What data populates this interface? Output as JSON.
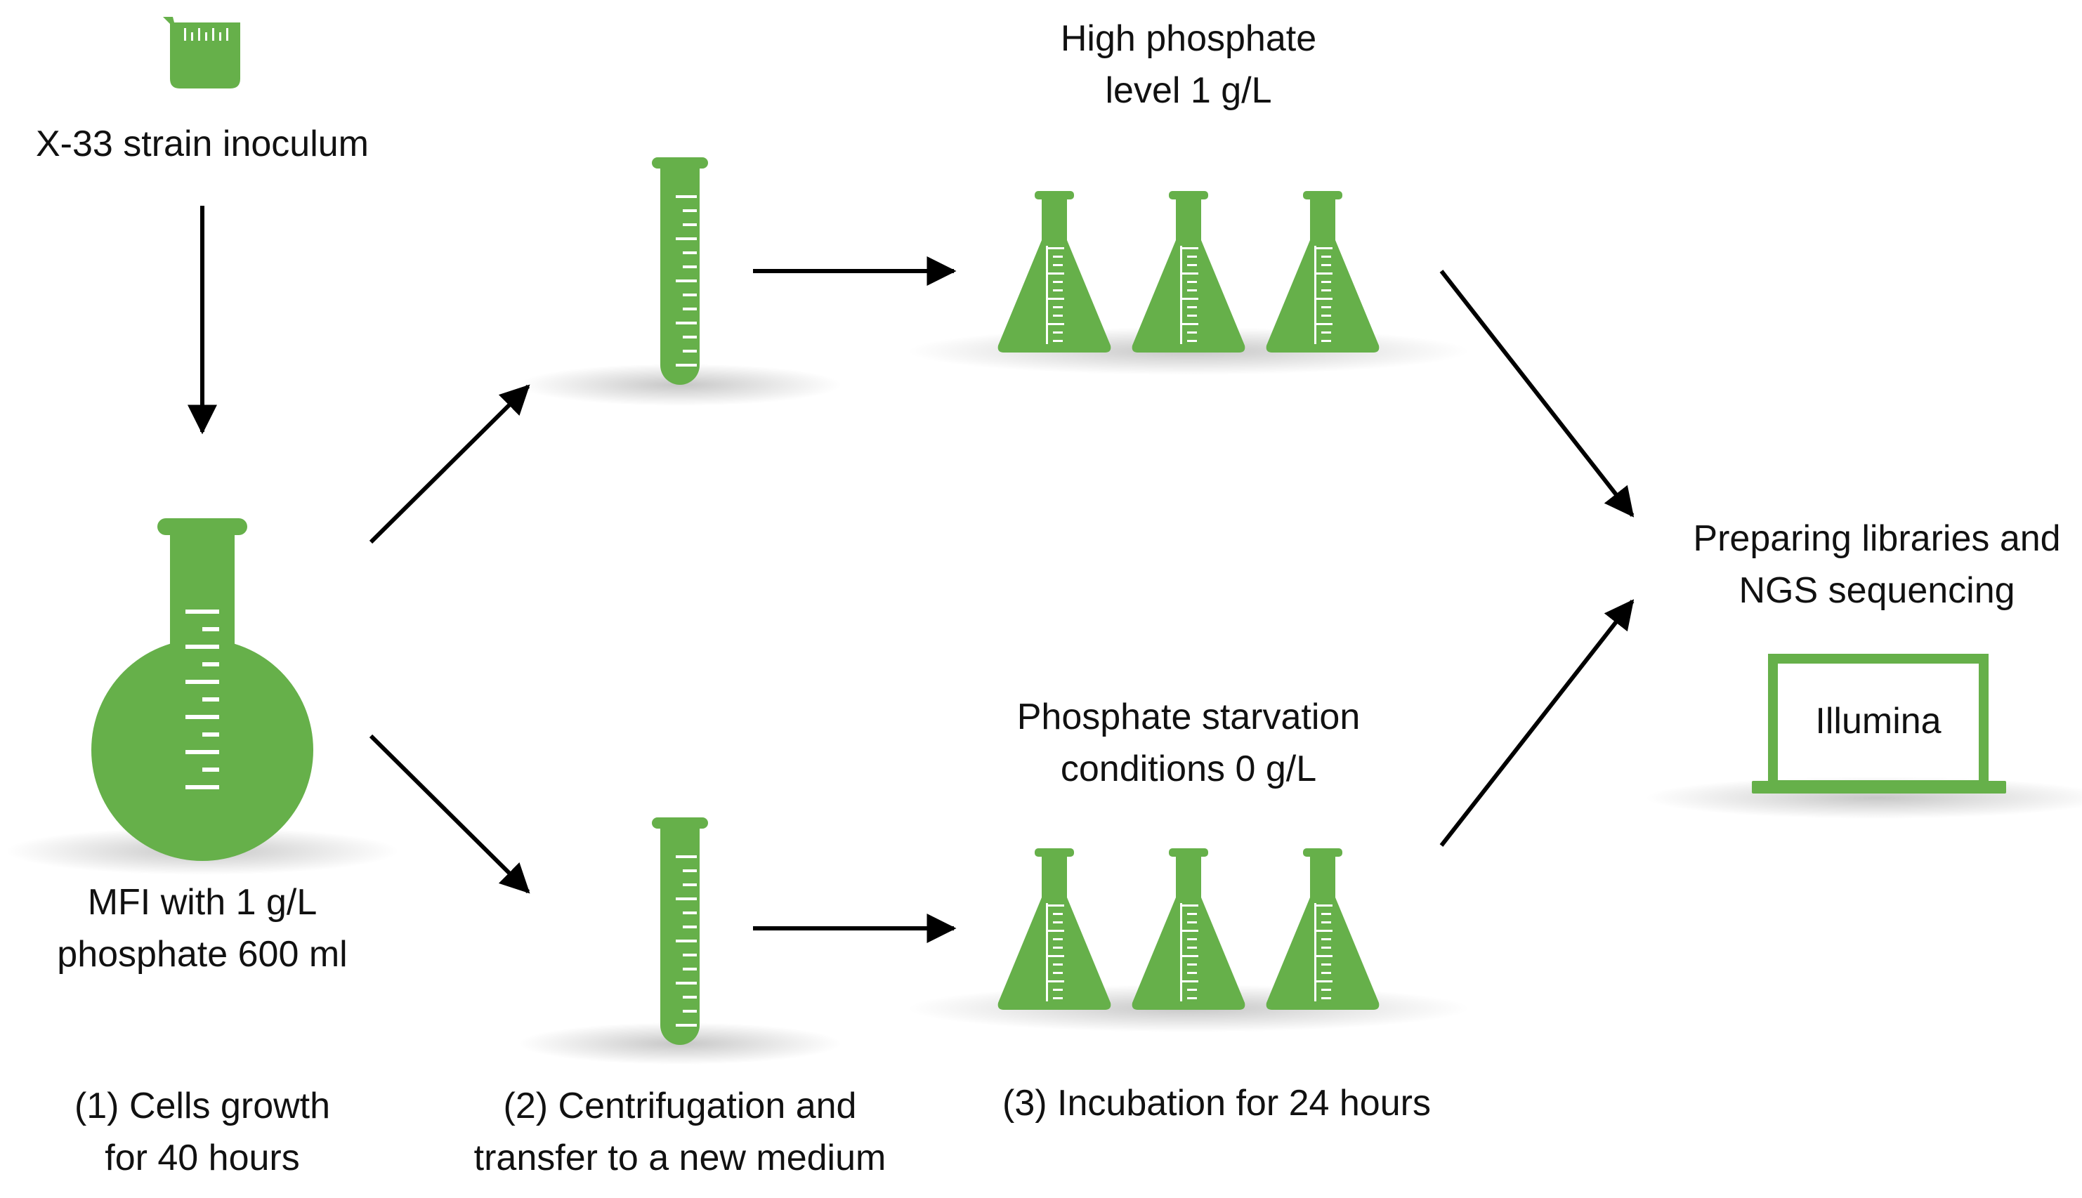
{
  "colors": {
    "accent": "#66b04a",
    "line": "#000000",
    "text": "#111111",
    "marks": "#ffffff"
  },
  "inoculum": {
    "icon": "beaker-icon",
    "label": "X-33 strain inoculum"
  },
  "step1": {
    "vessel_icon": "round-bottom-flask-icon",
    "vessel_label": [
      "MFI  with 1 g/L",
      "phosphate 600 ml"
    ],
    "caption": [
      "(1) Cells growth",
      "for 40 hours"
    ]
  },
  "step2": {
    "tube_icon": "test-tube-icon",
    "caption": [
      "(2) Centrifugation and",
      "transfer to a new medium"
    ]
  },
  "step3": {
    "flask_icon": "erlenmeyer-flask-icon",
    "high_label": [
      "High phosphate",
      "level 1 g/L"
    ],
    "low_label": [
      "Phosphate starvation",
      "conditions 0 g/L"
    ],
    "caption": "(3) Incubation for 24 hours"
  },
  "sequencing": {
    "label": [
      "Preparing libraries and",
      "NGS sequencing"
    ],
    "laptop_icon": "laptop-icon",
    "screen_text": "Illumina"
  }
}
